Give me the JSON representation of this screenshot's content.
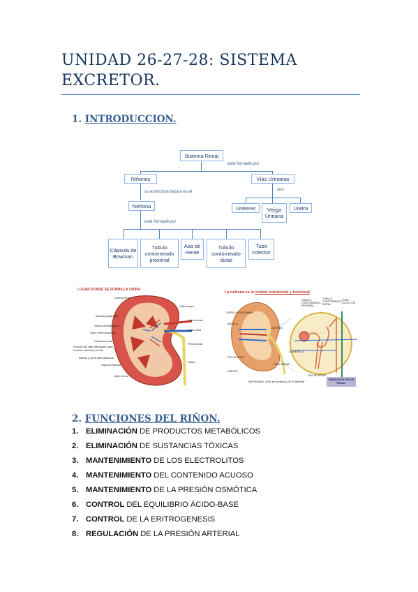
{
  "title": "UNIDAD 26-27-28: SISTEMA EXCRETOR.",
  "section1": {
    "number": "1.",
    "title": "INTRODUCCION."
  },
  "diagram": {
    "root": "Sistema Renal",
    "root_link": "está formado por",
    "kidneys": "Riñones",
    "kidneys_link": "su estructura básica es el",
    "nephron": "Nefrona",
    "nephron_link": "está formado por",
    "urinary": "Vías Urinarias",
    "urinary_link": "son",
    "ureters": "Ureteres",
    "bladder": "Vejiga Urinaria",
    "urethra": "Uretra",
    "parts": [
      "Cápsula de Bowman",
      "Tubulo contorneado proximal",
      "Asa de Henle",
      "Tubulo contorneado distal",
      "Tubo colector"
    ]
  },
  "figure_left": {
    "caption": "LUGAR DONDE SE FORMA LA ORINA",
    "labels_left": [
      "Corteza renal",
      "Médula (pirámide)",
      "Vasos interlobulares",
      "Seno renal (espacio)",
      "Columna renal",
      "Porción del cáliz eliminado para mostrar arterias y venas",
      "Arteria y vena interlobulares",
      "Cápsula fibrosa",
      "Cáliz menor"
    ],
    "labels_right": [
      "Cáliz mayor",
      "Arteria renal",
      "Vena renal",
      "Pelvis renal",
      "Uréter"
    ]
  },
  "figure_right": {
    "caption_prefix": "La nefrona es la ",
    "caption_emph": "unidad estructural y funcional",
    "labels": [
      "CAPSULA DE BOWMAN",
      "TUBULO CONTORNEADO PROXIMAL",
      "TUBULO CONTORNEADO DISTAL",
      "TUBO COLECTOR",
      "GLOMERULO",
      "ASA DE HENLE",
      "CORTEZA",
      "MEDULA",
      "PELVIS RENAL",
      "CÁLIZ MENOR",
      "URETER"
    ],
    "footer": "NEFRONAS: 80% en corteza y 20 % médula",
    "badge": "DRENAN EN PELVIS RENAL"
  },
  "section2": {
    "number": "2.",
    "title": "FUNCIONES DEL RIÑON."
  },
  "functions": [
    {
      "num": "1.",
      "bold": "ELIMINACIÓN",
      "rest": "DE PRODUCTOS METABÓLICOS"
    },
    {
      "num": "2.",
      "bold": "ELIMINACIÓN",
      "rest": "DE SUSTANCIAS TÓXICAS"
    },
    {
      "num": "3.",
      "bold": "MANTENIMIENTO",
      "rest": "DE LOS ELECTROLITOS"
    },
    {
      "num": "4.",
      "bold": "MANTENIMIENTO",
      "rest": "DEL CONTENIDO ACUOSO"
    },
    {
      "num": "5.",
      "bold": "MANTENIMIENTO",
      "rest": "DE LA PRESIÓN OSMÓTICA"
    },
    {
      "num": "6.",
      "bold": "CONTROL",
      "rest": "DEL EQUILIBRIO ÁCIDO-BASE"
    },
    {
      "num": "7.",
      "bold": "CONTROL",
      "rest": "DE LA ERITROGENESIS"
    },
    {
      "num": "8.",
      "bold": "REGULACIÓN",
      "rest": "DE LA PRESIÓN ARTERIAL"
    }
  ],
  "colors": {
    "title": "#17365d",
    "heading": "#365f91",
    "rule": "#4f81bd",
    "diagram_border": "#8db3e2"
  }
}
